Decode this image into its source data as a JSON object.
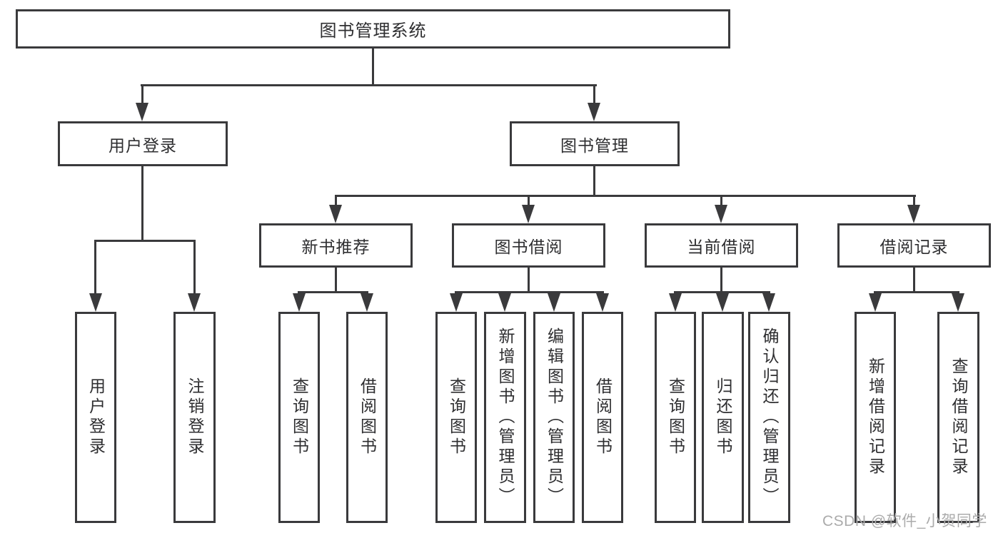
{
  "diagram": {
    "root": {
      "label": "图书管理系统"
    },
    "branches": [
      {
        "label": "用户登录",
        "leaves": [
          {
            "label": "用户登录"
          },
          {
            "label": "注销登录"
          }
        ]
      },
      {
        "label": "图书管理",
        "groups": [
          {
            "label": "新书推荐",
            "leaves": [
              {
                "label": "查询图书"
              },
              {
                "label": "借阅图书"
              }
            ]
          },
          {
            "label": "图书借阅",
            "leaves": [
              {
                "label": "查询图书"
              },
              {
                "label": "新增图书（管理员）"
              },
              {
                "label": "编辑图书（管理员）"
              },
              {
                "label": "借阅图书"
              }
            ]
          },
          {
            "label": "当前借阅",
            "leaves": [
              {
                "label": "查询图书"
              },
              {
                "label": "归还图书"
              },
              {
                "label": "确认归还（管理员）"
              }
            ]
          },
          {
            "label": "借阅记录",
            "leaves": [
              {
                "label": "新增借阅记录"
              },
              {
                "label": "查询借阅记录"
              }
            ]
          }
        ]
      }
    ]
  },
  "watermark": {
    "text": "CSDN @软件_小贺同学"
  },
  "colors": {
    "line": "#3a3a3c",
    "text": "#2e2e30",
    "watermark": "#ababab",
    "background": "#ffffff"
  }
}
